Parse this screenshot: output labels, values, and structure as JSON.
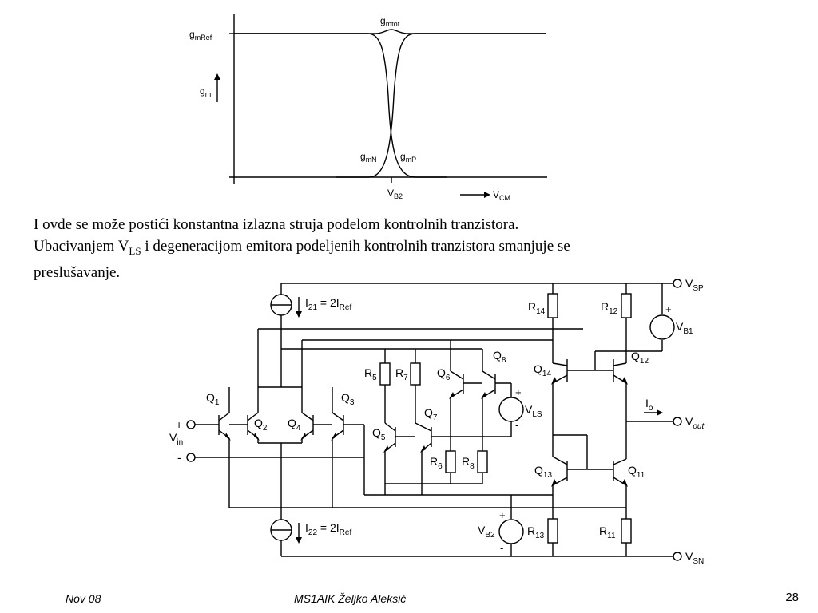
{
  "graph": {
    "label_gmref": "g",
    "label_gmref_sub": "mRef",
    "label_gmtot": "g",
    "label_gmtot_sub": "mtot",
    "label_gm": "g",
    "label_gm_sub": "m",
    "label_gmn": "g",
    "label_gmn_sub": "mN",
    "label_gmp": "g",
    "label_gmp_sub": "mP",
    "label_vb2": "V",
    "label_vb2_sub": "B2",
    "label_vcm": "V",
    "label_vcm_sub": "CM"
  },
  "text": {
    "line1": "I ovde se može postići konstantna izlazna struja podelom kontrolnih tranzistora.",
    "line2_pre": "Ubacivanjem V",
    "line2_sub": "LS",
    "line2_post": " i degeneracijom emitora podeljenih kontrolnih tranzistora smanjuje se",
    "line3": "preslušavanje."
  },
  "circuit": {
    "q1": "Q",
    "q1_sub": "1",
    "q2": "Q",
    "q2_sub": "2",
    "q3": "Q",
    "q3_sub": "3",
    "q4": "Q",
    "q4_sub": "4",
    "q5": "Q",
    "q5_sub": "5",
    "q6": "Q",
    "q6_sub": "6",
    "q7": "Q",
    "q7_sub": "7",
    "q8": "Q",
    "q8_sub": "8",
    "q11": "Q",
    "q11_sub": "11",
    "q12": "Q",
    "q12_sub": "12",
    "q13": "Q",
    "q13_sub": "13",
    "q14": "Q",
    "q14_sub": "14",
    "r5": "R",
    "r5_sub": "5",
    "r6": "R",
    "r6_sub": "6",
    "r7": "R",
    "r7_sub": "7",
    "r8": "R",
    "r8_sub": "8",
    "r11": "R",
    "r11_sub": "11",
    "r12": "R",
    "r12_sub": "12",
    "r13": "R",
    "r13_sub": "13",
    "r14": "R",
    "r14_sub": "14",
    "i21_pre": "I",
    "i21_sub": "21",
    "i21_mid": " = 2I",
    "i21_sub2": "Ref",
    "i22_pre": "I",
    "i22_sub": "22",
    "i22_mid": " = 2I",
    "i22_sub2": "Ref",
    "vsp": "V",
    "vsp_sub": "SP",
    "vsn": "V",
    "vsn_sub": "SN",
    "vb1": "V",
    "vb1_sub": "B1",
    "vb2": "V",
    "vb2_sub": "B2",
    "vls": "V",
    "vls_sub": "LS",
    "vout": "V",
    "vout_sub": "out",
    "io": "I",
    "io_sub": "o",
    "vin": "V",
    "vin_sub": "in",
    "plus_in": "+",
    "minus_in": "-",
    "plus": "+",
    "minus": "-"
  },
  "footer": {
    "date": "Nov 08",
    "author": "MS1AIK   Željko Aleksić",
    "page": "28"
  }
}
